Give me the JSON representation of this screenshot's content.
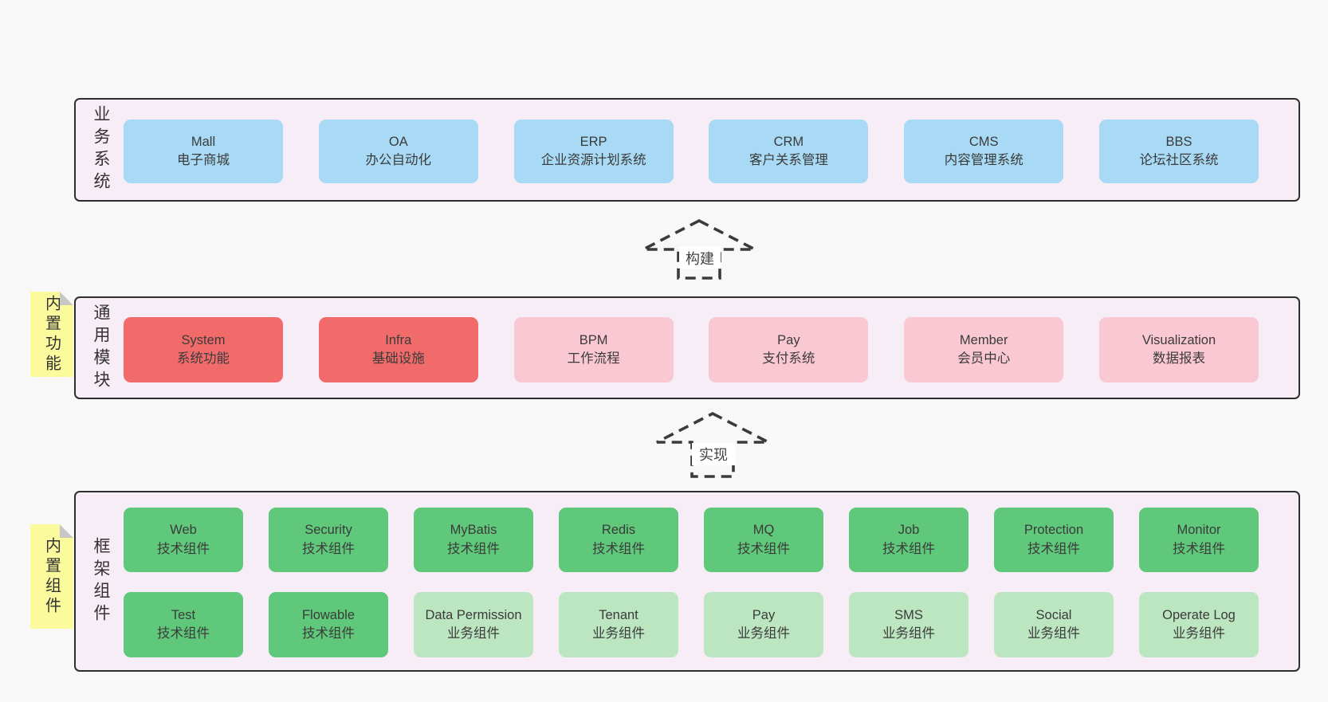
{
  "layers": {
    "business": {
      "label": "业务系统",
      "boxes": [
        {
          "name": "Mall",
          "desc": "电子商城"
        },
        {
          "name": "OA",
          "desc": "办公自动化"
        },
        {
          "name": "ERP",
          "desc": "企业资源计划系统"
        },
        {
          "name": "CRM",
          "desc": "客户关系管理"
        },
        {
          "name": "CMS",
          "desc": "内容管理系统"
        },
        {
          "name": "BBS",
          "desc": "论坛社区系统"
        }
      ]
    },
    "modules": {
      "label": "通用模块",
      "sticky": "内置功能",
      "boxes": [
        {
          "name": "System",
          "desc": "系统功能"
        },
        {
          "name": "Infra",
          "desc": "基础设施"
        },
        {
          "name": "BPM",
          "desc": "工作流程"
        },
        {
          "name": "Pay",
          "desc": "支付系统"
        },
        {
          "name": "Member",
          "desc": "会员中心"
        },
        {
          "name": "Visualization",
          "desc": "数据报表"
        }
      ]
    },
    "framework": {
      "label": "框架组件",
      "sticky": "内置组件",
      "row1": [
        {
          "name": "Web",
          "desc": "技术组件"
        },
        {
          "name": "Security",
          "desc": "技术组件"
        },
        {
          "name": "MyBatis",
          "desc": "技术组件"
        },
        {
          "name": "Redis",
          "desc": "技术组件"
        },
        {
          "name": "MQ",
          "desc": "技术组件"
        },
        {
          "name": "Job",
          "desc": "技术组件"
        },
        {
          "name": "Protection",
          "desc": "技术组件"
        },
        {
          "name": "Monitor",
          "desc": "技术组件"
        }
      ],
      "row2": [
        {
          "name": "Test",
          "desc": "技术组件"
        },
        {
          "name": "Flowable",
          "desc": "技术组件"
        },
        {
          "name": "Data Permission",
          "desc": "业务组件"
        },
        {
          "name": "Tenant",
          "desc": "业务组件"
        },
        {
          "name": "Pay",
          "desc": "业务组件"
        },
        {
          "name": "SMS",
          "desc": "业务组件"
        },
        {
          "name": "Social",
          "desc": "业务组件"
        },
        {
          "name": "Operate Log",
          "desc": "业务组件"
        }
      ]
    }
  },
  "arrows": [
    {
      "label": "构建"
    },
    {
      "label": "实现"
    }
  ],
  "colors": {
    "page_bg": "#f8f8f8",
    "layer_bg": "#f7edf6",
    "border": "#2e2e2e",
    "blue": "#a9daf5",
    "red": "#f16b6b",
    "pink": "#fac8d3",
    "green": "#5fc87a",
    "light_green": "#bce6c0",
    "sticky_yellow": "#fbfb9d"
  }
}
